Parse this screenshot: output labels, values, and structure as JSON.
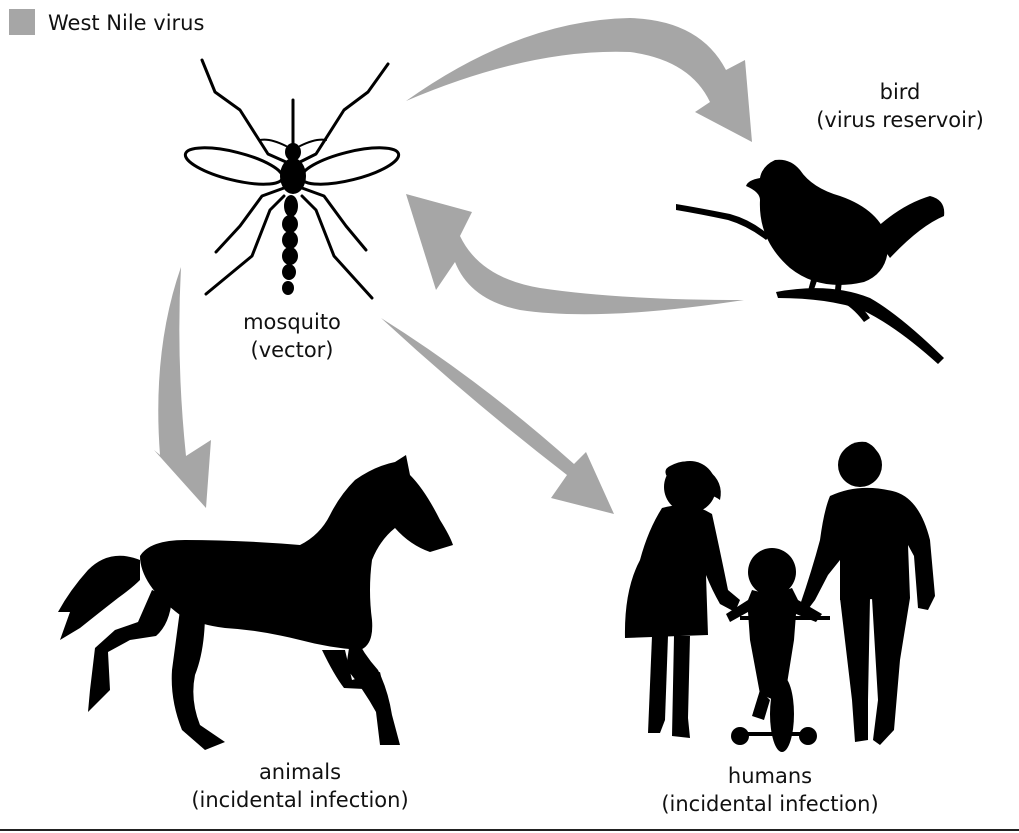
{
  "legend": {
    "label": "West Nile virus",
    "swatch_color": "#a6a6a6"
  },
  "colors": {
    "arrow": "#a6a6a6",
    "silhouette": "#000000",
    "text": "#111111"
  },
  "nodes": {
    "mosquito": {
      "name": "mosquito",
      "role": "(vector)"
    },
    "bird": {
      "name": "bird",
      "role": "(virus reservoir)"
    },
    "animals": {
      "name": "animals",
      "role": "(incidental infection)"
    },
    "humans": {
      "name": "humans",
      "role": "(incidental infection)"
    }
  },
  "arrows": [
    {
      "from": "mosquito",
      "to": "bird"
    },
    {
      "from": "bird",
      "to": "mosquito"
    },
    {
      "from": "mosquito",
      "to": "animals"
    },
    {
      "from": "mosquito",
      "to": "humans"
    }
  ]
}
